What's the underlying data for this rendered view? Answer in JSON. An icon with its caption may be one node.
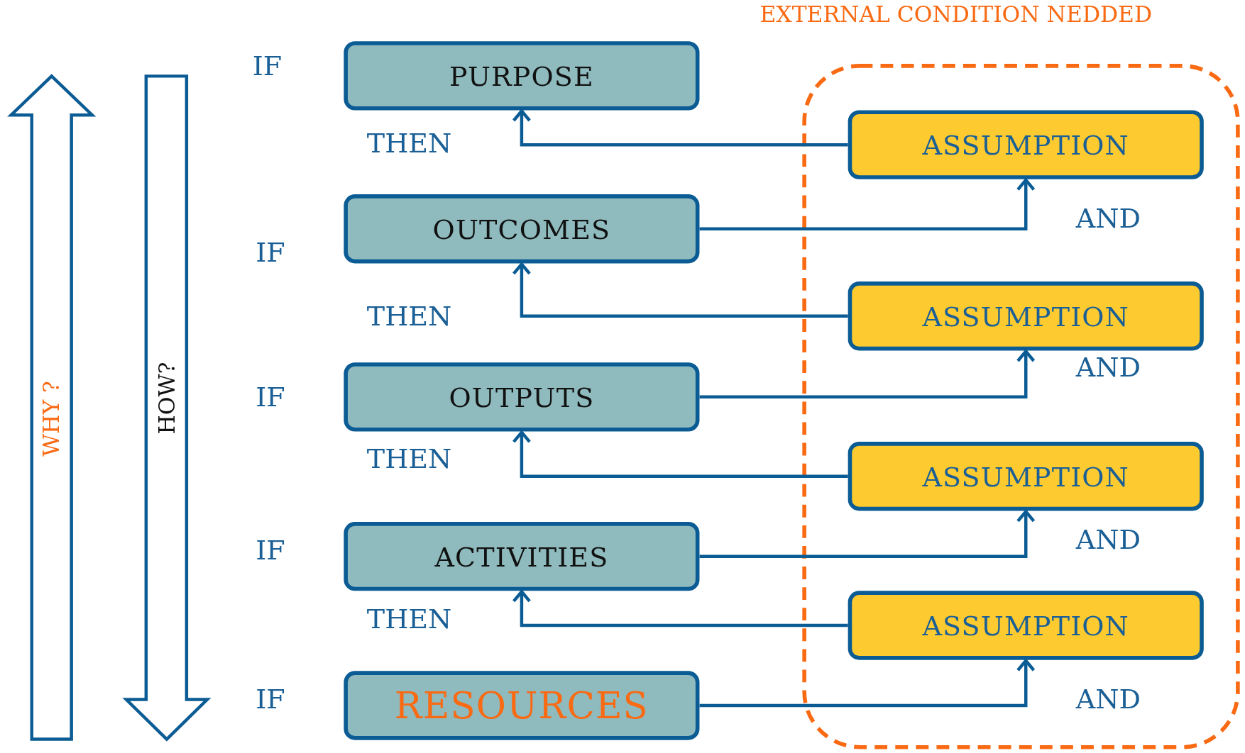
{
  "diagram": {
    "nodes": [
      {
        "text": [
          "PURPOSE"
        ]
      },
      {
        "text": [
          "OUTCOMES"
        ]
      },
      {
        "text": [
          "OUTPUTS"
        ]
      },
      {
        "text": [
          "ACTIVITIES"
        ]
      },
      {
        "text": [
          "RESOURCES"
        ]
      },
      {
        "text": [
          "EXTERNAL CONDITION NEDDED"
        ]
      },
      {
        "text": [
          "ASSUMPTION"
        ],
        "in": 5
      },
      {
        "text": [
          "ASSUMPTION"
        ],
        "in": 5
      },
      {
        "text": [
          "ASSUMPTION"
        ],
        "in": 5
      },
      {
        "text": [
          "ASSUMPTION"
        ],
        "in": 5
      }
    ],
    "edges": [
      {
        "from": 6,
        "to": 0,
        "arrow": "to"
      },
      {
        "from": 1,
        "to": 6,
        "arrow": "to"
      },
      {
        "from": 7,
        "to": 1,
        "arrow": "to"
      },
      {
        "from": 2,
        "to": 7,
        "arrow": "to"
      },
      {
        "from": 8,
        "to": 2,
        "arrow": "to"
      },
      {
        "from": 3,
        "to": 8,
        "arrow": "to"
      },
      {
        "from": 9,
        "to": 3,
        "arrow": "to"
      },
      {
        "from": 4,
        "to": 9,
        "arrow": "to"
      }
    ],
    "labels": [
      "WHY ?",
      "HOW?",
      "IF",
      "THEN",
      "AND",
      "IF",
      "THEN",
      "AND",
      "IF",
      "THEN",
      "AND",
      "IF",
      "THEN",
      "AND",
      "IF"
    ]
  }
}
